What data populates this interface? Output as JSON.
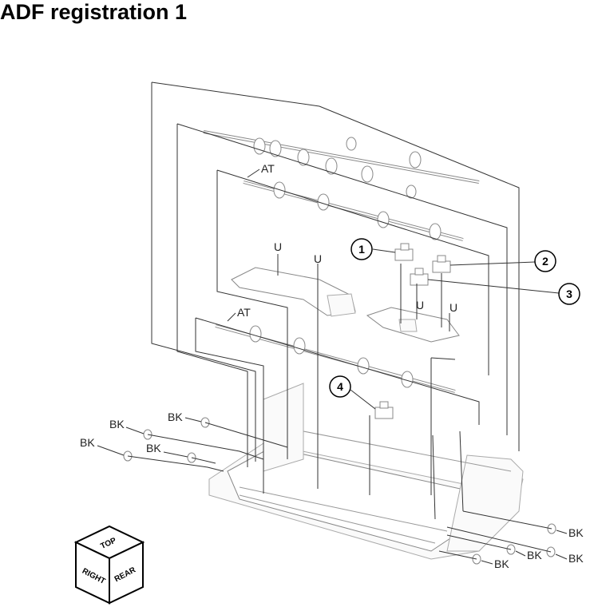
{
  "title": "ADF registration 1",
  "labels": {
    "at_top": "AT",
    "at_lower": "AT",
    "u1": "U",
    "u2": "U",
    "u3": "U",
    "u4": "U",
    "bk_1": "BK",
    "bk_2": "BK",
    "bk_3": "BK",
    "bk_4": "BK",
    "bk_5": "BK",
    "bk_6": "BK",
    "bk_7": "BK"
  },
  "callouts": [
    "1",
    "2",
    "3",
    "4"
  ],
  "orientation_cube": {
    "top": "TOP",
    "right": "RIGHT",
    "rear": "REAR"
  }
}
